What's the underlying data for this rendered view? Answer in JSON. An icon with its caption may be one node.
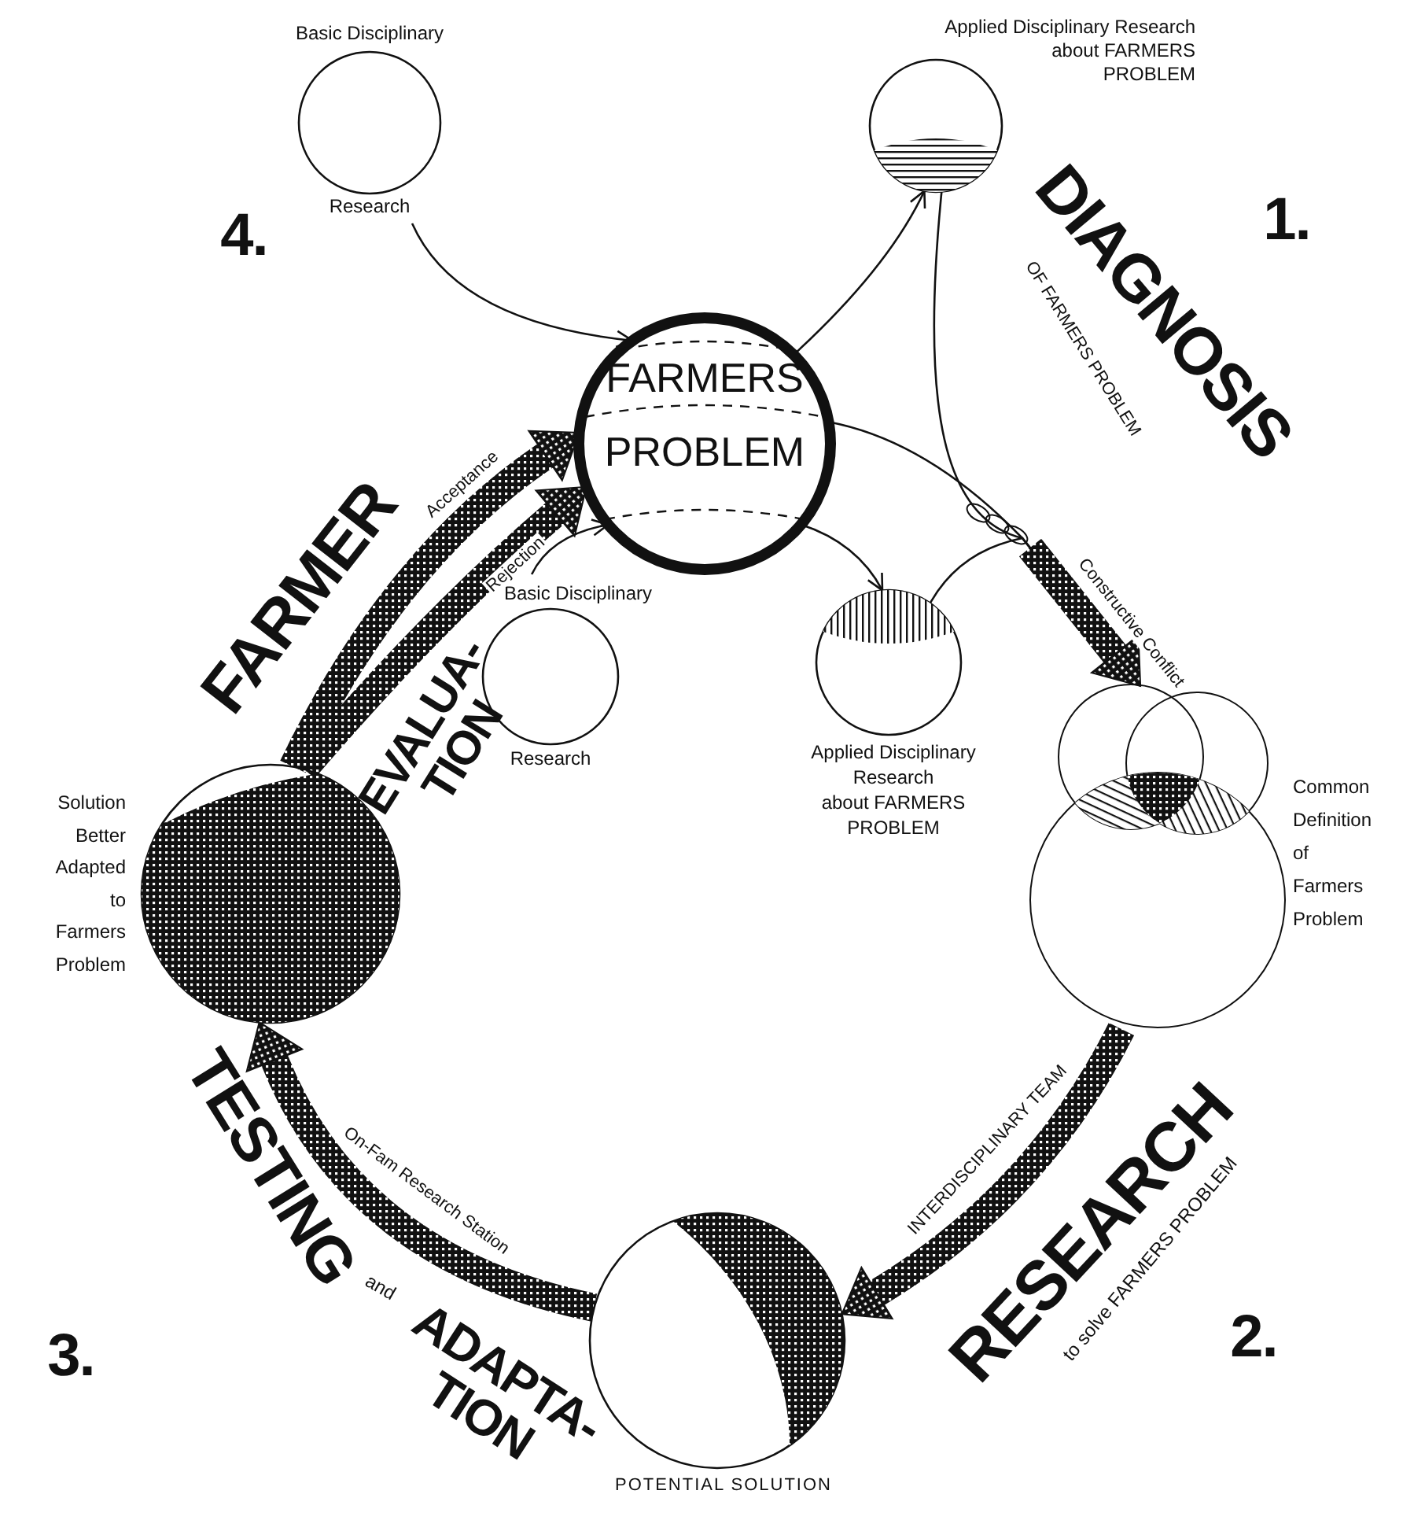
{
  "diagram": {
    "nodes": [
      {
        "text": [
          "Basic Disciplinary",
          "Research"
        ]
      },
      {
        "text": [
          "Applied Disciplinary Research about FARMERS PROBLEM"
        ]
      },
      {
        "text": [
          "FARMERS",
          "PROBLEM"
        ]
      },
      {
        "text": [
          "Basic Disciplinary",
          "Research"
        ]
      },
      {
        "text": [
          "Applied Disciplinary Research about FARMERS PROBLEM"
        ]
      },
      {
        "text": [
          "Common Definition of Farmers Problem"
        ]
      },
      {
        "text": [
          "POTENTIAL SOLUTION"
        ]
      },
      {
        "text": [
          "Solution Better Adapted to Farmers Problem"
        ]
      }
    ],
    "edges": [
      {
        "from": 0,
        "to": 2,
        "arrow": "to"
      },
      {
        "from": 2,
        "to": 1,
        "arrow": "to"
      },
      {
        "from": 2,
        "to": 4,
        "arrow": "to"
      },
      {
        "from": 3,
        "to": 2,
        "arrow": "to"
      },
      {
        "from": 1,
        "to": 5,
        "arrow": "to"
      },
      {
        "from": 2,
        "to": 5,
        "arrow": "to",
        "label": "Constructive Conflict"
      },
      {
        "from": 4,
        "to": 5,
        "arrow": "to"
      },
      {
        "from": 5,
        "to": 6,
        "arrow": "to",
        "label": "INTERDISCIPLINARY TEAM",
        "style": "thick"
      },
      {
        "from": 6,
        "to": 7,
        "arrow": "to",
        "label": "On-Fam Research Station",
        "style": "thick"
      },
      {
        "from": 7,
        "to": 2,
        "arrow": "to",
        "label": "Acceptance",
        "style": "thick"
      },
      {
        "from": 7,
        "to": 2,
        "arrow": "to",
        "label": "Rejection",
        "style": "thick"
      }
    ],
    "labels": [
      "4.",
      "1.",
      "DIAGNOSIS",
      "OF FARMERS PROBLEM",
      "FARMER",
      "EVALUA- TION",
      "TESTING",
      "and",
      "ADAPTA- TION",
      "3.",
      "RESEARCH",
      "to solve FARMERS PROBLEM",
      "2."
    ]
  }
}
